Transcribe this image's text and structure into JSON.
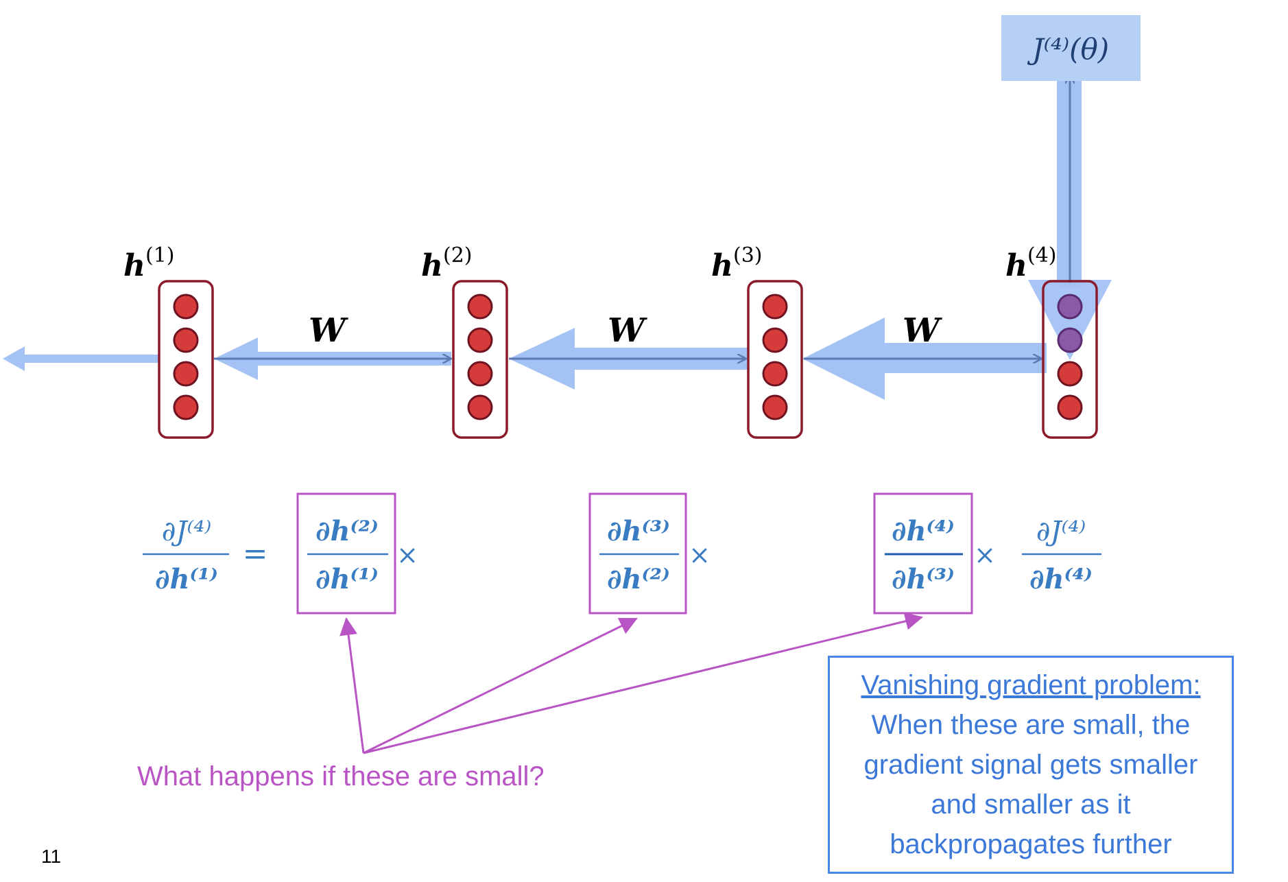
{
  "colors": {
    "gradient_arrow": "#a4c2f4",
    "forward_arrow": "#5b7bb5",
    "node_fill": "#d63b3b",
    "node_border": "#8b1a2b",
    "highlight_box": "#b954c4",
    "callout_border": "#4a86e8",
    "callout_text": "#3b78d8",
    "equation_text": "#3a7cc2",
    "loss_box_fill": "#b6cff4"
  },
  "loss": {
    "label": "J⁽⁴⁾(θ)"
  },
  "hidden_states": [
    {
      "label": "h",
      "superscript": "(1)"
    },
    {
      "label": "h",
      "superscript": "(2)"
    },
    {
      "label": "h",
      "superscript": "(3)"
    },
    {
      "label": "h",
      "superscript": "(4)"
    }
  ],
  "weights": [
    {
      "label": "W"
    },
    {
      "label": "W"
    },
    {
      "label": "W"
    }
  ],
  "equation": {
    "lhs": {
      "num": "∂J⁽⁴⁾",
      "den": "∂h⁽¹⁾"
    },
    "equals": "=",
    "terms": [
      {
        "num": "∂h⁽²⁾",
        "den": "∂h⁽¹⁾",
        "op": "×"
      },
      {
        "num": "∂h⁽³⁾",
        "den": "∂h⁽²⁾",
        "op": "×"
      },
      {
        "num": "∂h⁽⁴⁾",
        "den": "∂h⁽³⁾",
        "op": "×"
      },
      {
        "num": "∂J⁽⁴⁾",
        "den": "∂h⁽⁴⁾",
        "op": ""
      }
    ]
  },
  "question": "What happens if these are small?",
  "callout": {
    "title": "Vanishing gradient problem:",
    "lines": [
      "When these are small, the",
      "gradient signal gets smaller",
      "and smaller as it",
      "backpropagates further"
    ]
  },
  "slide_number": "11"
}
